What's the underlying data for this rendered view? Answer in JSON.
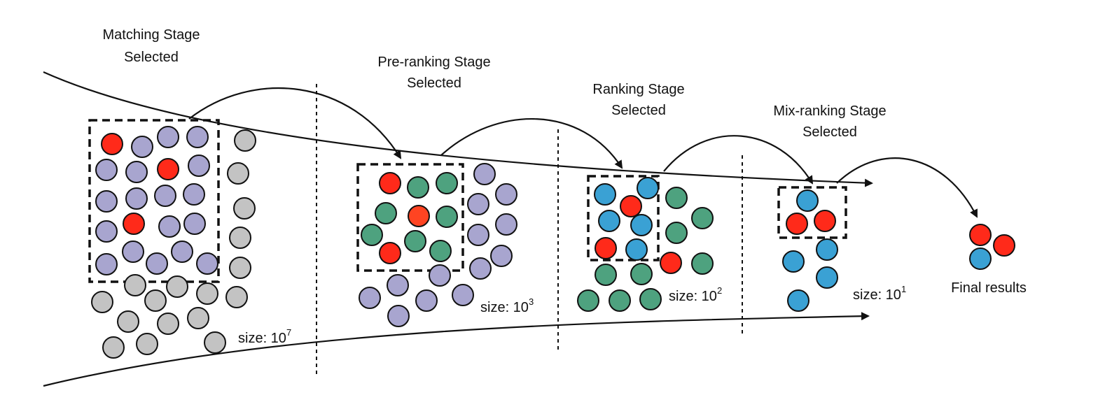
{
  "stages": [
    {
      "line1": "Matching Stage",
      "line2": "Selected",
      "size_prefix": "size: 10",
      "size_exp": "7"
    },
    {
      "line1": "Pre-ranking Stage",
      "line2": "Selected",
      "size_prefix": "size: 10",
      "size_exp": "3"
    },
    {
      "line1": "Ranking Stage",
      "line2": "Selected",
      "size_prefix": "size: 10",
      "size_exp": "2"
    },
    {
      "line1": "Mix-ranking Stage",
      "line2": "Selected",
      "size_prefix": "size: 10",
      "size_exp": "1"
    }
  ],
  "final_label": "Final results",
  "colors": {
    "red": "#ff2a1a",
    "orange_red": "#ff4422",
    "lavender": "#a8a5cf",
    "gray": "#c3c3c3",
    "green": "#4ea27f",
    "blue": "#3aa1d4",
    "stroke": "#111111"
  }
}
